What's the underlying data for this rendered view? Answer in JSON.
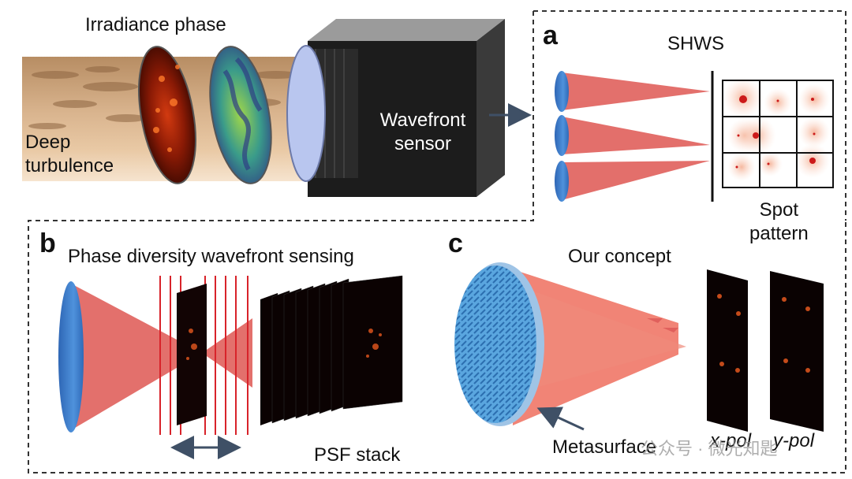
{
  "top": {
    "irradiance_phase": "Irradiance phase",
    "deep_turbulence": "Deep\nturbulence",
    "wavefront_sensor": "Wavefront\nsensor"
  },
  "panel_a": {
    "letter": "a",
    "title": "SHWS",
    "spot_pattern": "Spot\npattern"
  },
  "panel_b": {
    "letter": "b",
    "title": "Phase diversity wavefront sensing",
    "psf_stack": "PSF stack"
  },
  "panel_c": {
    "letter": "c",
    "title": "Our concept",
    "metasurface": "Metasurface",
    "x_pol": "x-pol",
    "y_pol": "y-pol"
  },
  "watermark": "公众号 · 微光知匙",
  "colors": {
    "beam": "#e0605c",
    "lens": "#3d7fcf",
    "dash": "#333333",
    "arrow": "#3f5066"
  }
}
